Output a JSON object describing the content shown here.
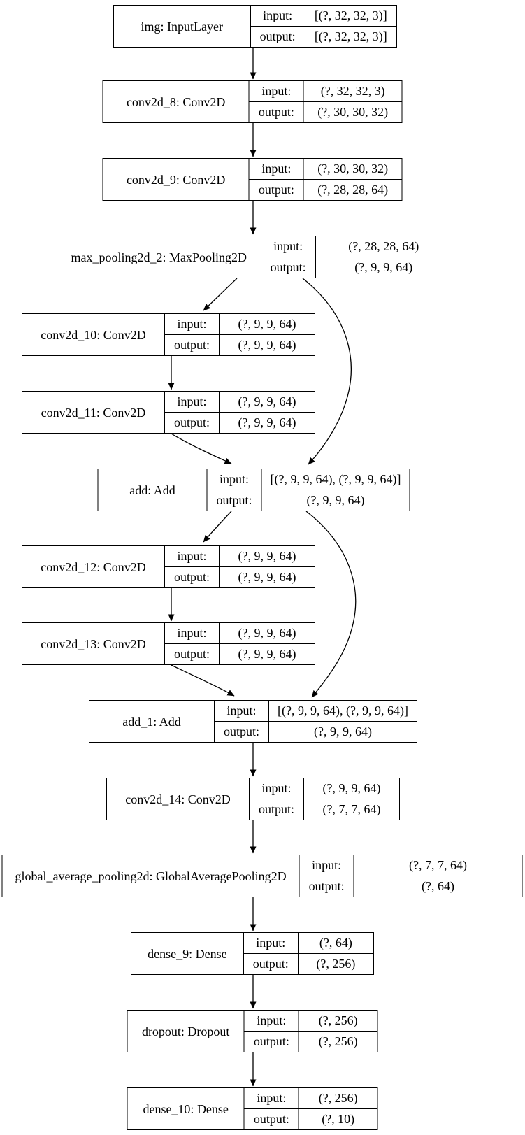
{
  "diagram": {
    "kind": "keras-model-architecture-graph",
    "row_keys": {
      "input": "input:",
      "output": "output:"
    },
    "nodes": [
      {
        "id": "img",
        "label": "img: InputLayer",
        "input": "[(?, 32, 32, 3)]",
        "output": "[(?, 32, 32, 3)]"
      },
      {
        "id": "conv2d_8",
        "label": "conv2d_8: Conv2D",
        "input": "(?, 32, 32, 3)",
        "output": "(?, 30, 30, 32)"
      },
      {
        "id": "conv2d_9",
        "label": "conv2d_9: Conv2D",
        "input": "(?, 30, 30, 32)",
        "output": "(?, 28, 28, 64)"
      },
      {
        "id": "max_pooling2d_2",
        "label": "max_pooling2d_2: MaxPooling2D",
        "input": "(?, 28, 28, 64)",
        "output": "(?, 9, 9, 64)"
      },
      {
        "id": "conv2d_10",
        "label": "conv2d_10: Conv2D",
        "input": "(?, 9, 9, 64)",
        "output": "(?, 9, 9, 64)"
      },
      {
        "id": "conv2d_11",
        "label": "conv2d_11: Conv2D",
        "input": "(?, 9, 9, 64)",
        "output": "(?, 9, 9, 64)"
      },
      {
        "id": "add",
        "label": "add: Add",
        "input": "[(?, 9, 9, 64), (?, 9, 9, 64)]",
        "output": "(?, 9, 9, 64)"
      },
      {
        "id": "conv2d_12",
        "label": "conv2d_12: Conv2D",
        "input": "(?, 9, 9, 64)",
        "output": "(?, 9, 9, 64)"
      },
      {
        "id": "conv2d_13",
        "label": "conv2d_13: Conv2D",
        "input": "(?, 9, 9, 64)",
        "output": "(?, 9, 9, 64)"
      },
      {
        "id": "add_1",
        "label": "add_1: Add",
        "input": "[(?, 9, 9, 64), (?, 9, 9, 64)]",
        "output": "(?, 9, 9, 64)"
      },
      {
        "id": "conv2d_14",
        "label": "conv2d_14: Conv2D",
        "input": "(?, 9, 9, 64)",
        "output": "(?, 7, 7, 64)"
      },
      {
        "id": "global_average_pooling2d",
        "label": "global_average_pooling2d: GlobalAveragePooling2D",
        "input": "(?, 7, 7, 64)",
        "output": "(?, 64)"
      },
      {
        "id": "dense_9",
        "label": "dense_9: Dense",
        "input": "(?, 64)",
        "output": "(?, 256)"
      },
      {
        "id": "dropout",
        "label": "dropout: Dropout",
        "input": "(?, 256)",
        "output": "(?, 256)"
      },
      {
        "id": "dense_10",
        "label": "dense_10: Dense",
        "input": "(?, 256)",
        "output": "(?, 10)"
      }
    ],
    "edges": [
      {
        "from": "img",
        "to": "conv2d_8"
      },
      {
        "from": "conv2d_8",
        "to": "conv2d_9"
      },
      {
        "from": "conv2d_9",
        "to": "max_pooling2d_2"
      },
      {
        "from": "max_pooling2d_2",
        "to": "conv2d_10"
      },
      {
        "from": "conv2d_10",
        "to": "conv2d_11"
      },
      {
        "from": "conv2d_11",
        "to": "add"
      },
      {
        "from": "max_pooling2d_2",
        "to": "add"
      },
      {
        "from": "add",
        "to": "conv2d_12"
      },
      {
        "from": "conv2d_12",
        "to": "conv2d_13"
      },
      {
        "from": "conv2d_13",
        "to": "add_1"
      },
      {
        "from": "add",
        "to": "add_1"
      },
      {
        "from": "add_1",
        "to": "conv2d_14"
      },
      {
        "from": "conv2d_14",
        "to": "global_average_pooling2d"
      },
      {
        "from": "global_average_pooling2d",
        "to": "dense_9"
      },
      {
        "from": "dense_9",
        "to": "dropout"
      },
      {
        "from": "dropout",
        "to": "dense_10"
      }
    ],
    "colors": {
      "line": "#000000",
      "node_fill": "#ffffff",
      "background": "#ffffff"
    }
  }
}
